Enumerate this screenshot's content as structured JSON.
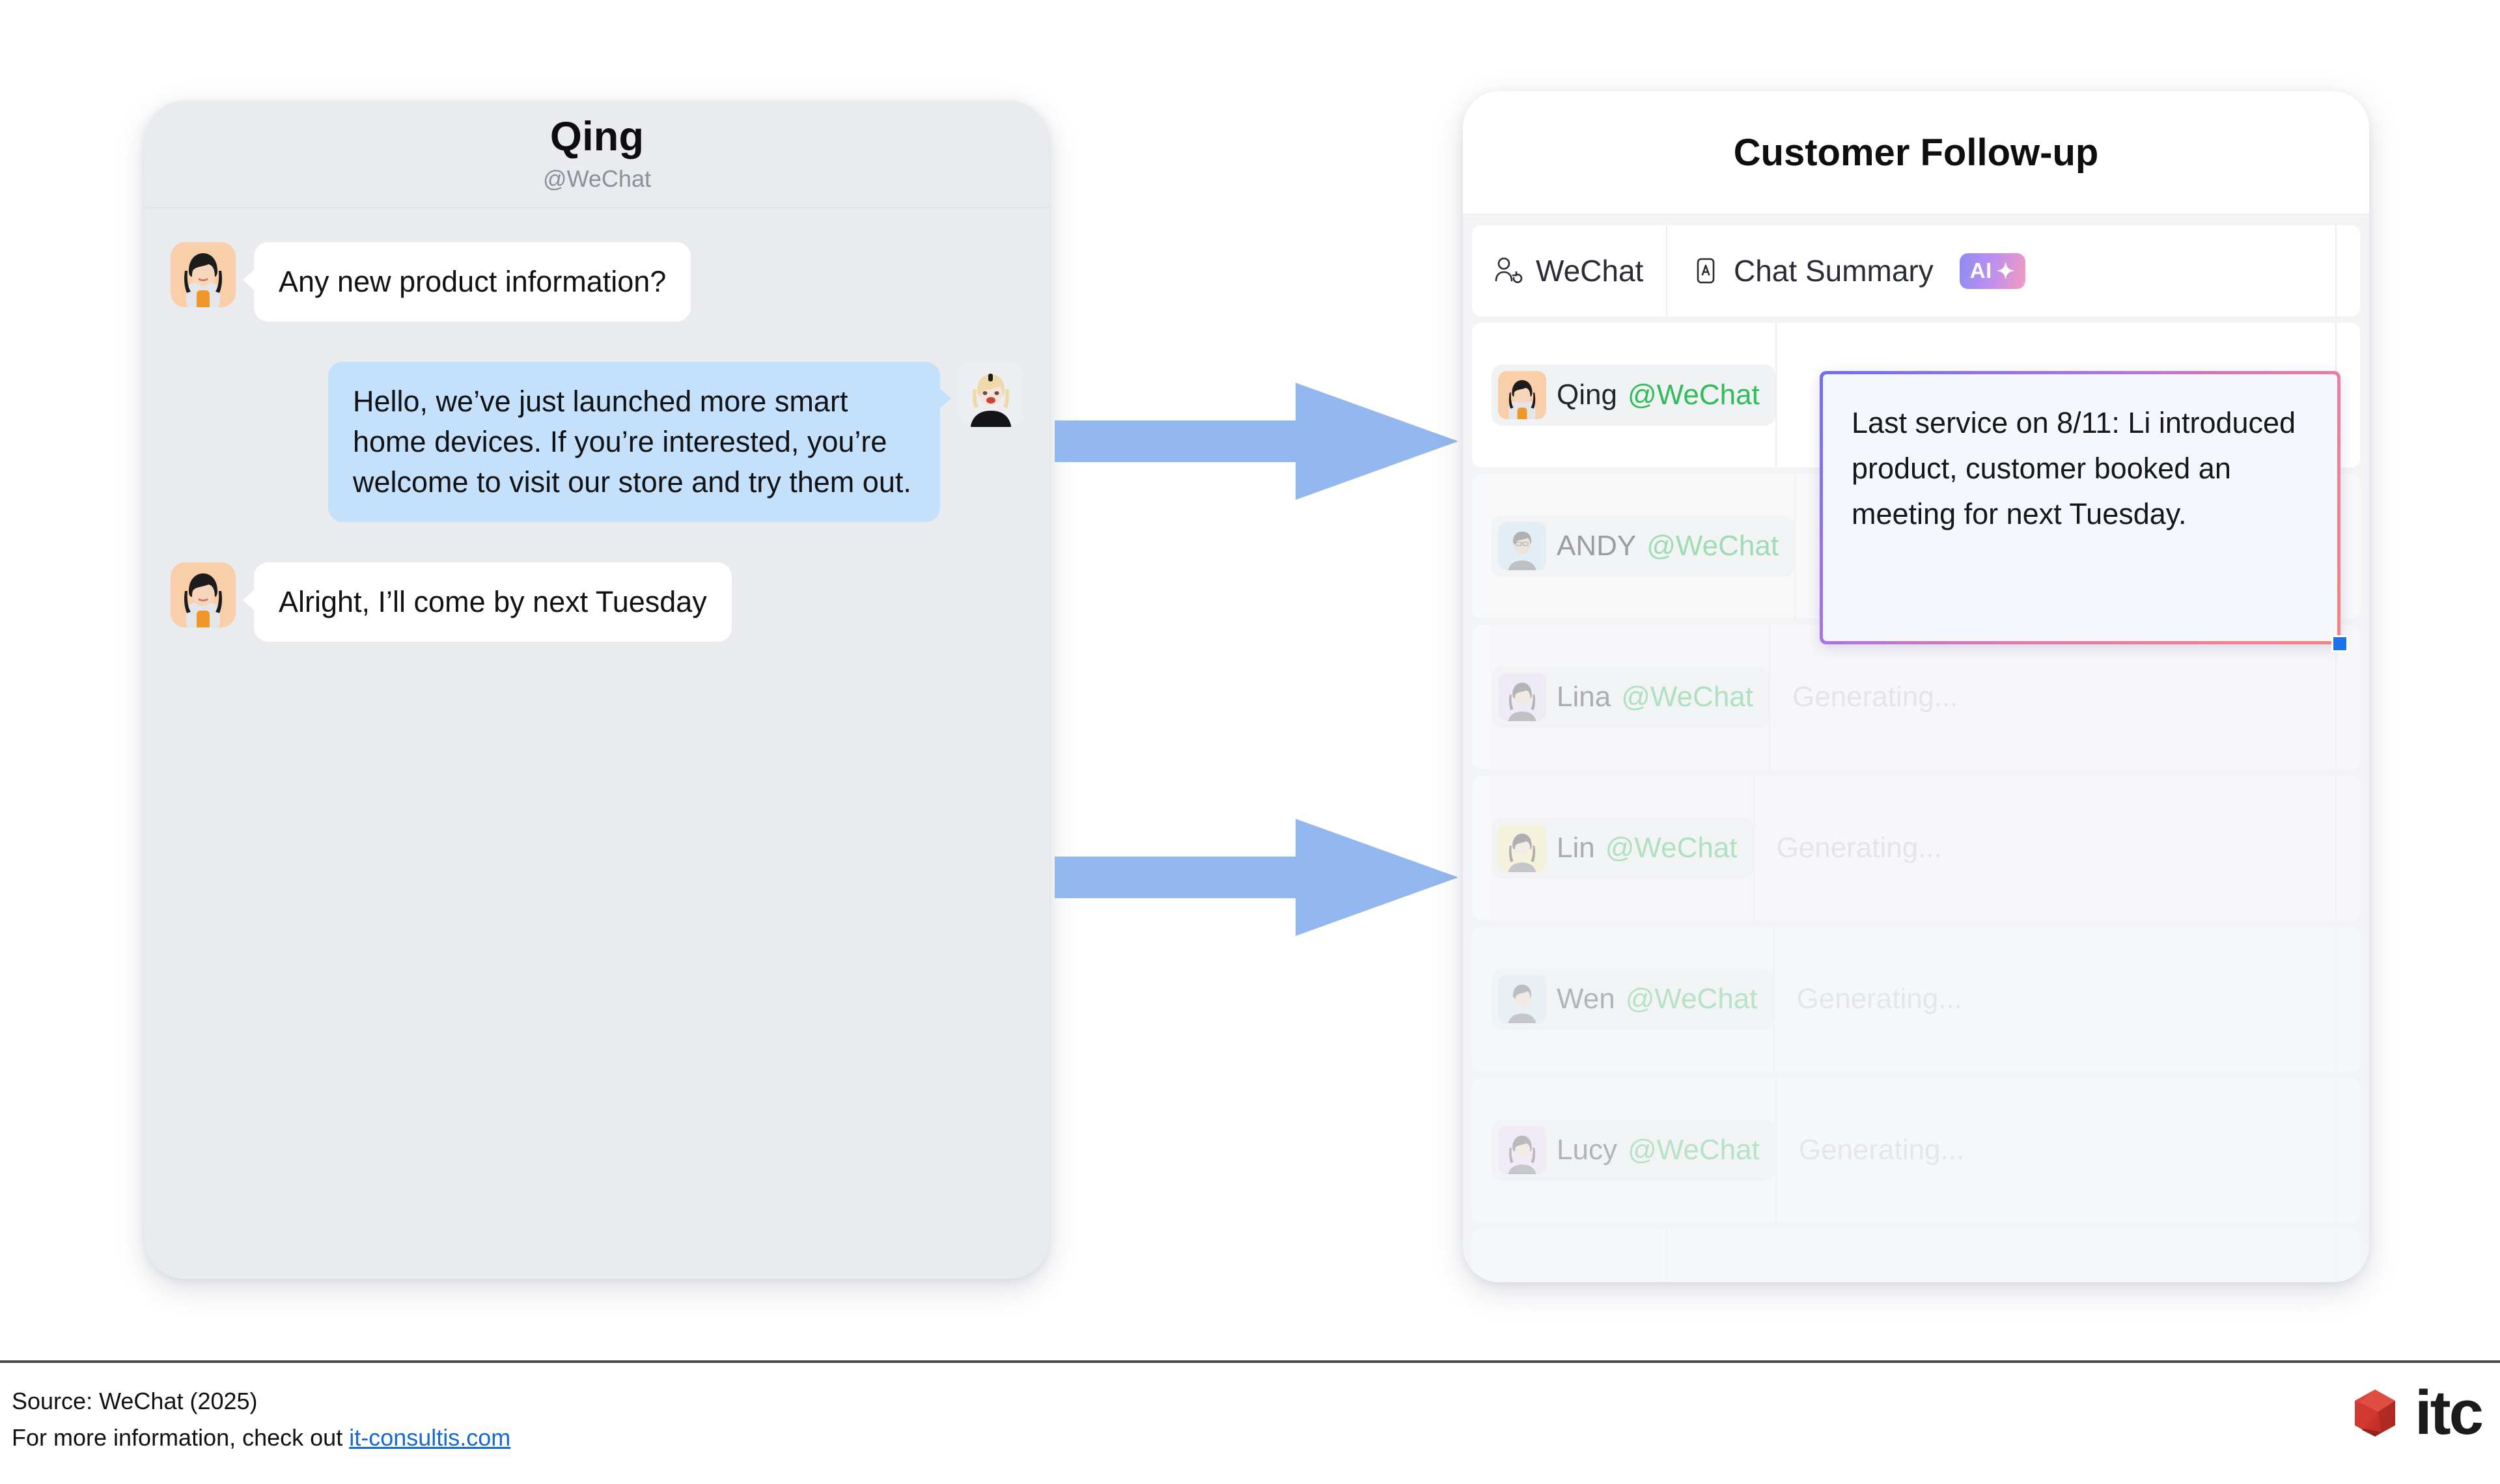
{
  "chat": {
    "title": "Qing",
    "subtitle": "@WeChat",
    "messages": [
      {
        "side": "in",
        "avatar": "avatar-qing",
        "text": "Any new product information?"
      },
      {
        "side": "out",
        "avatar": "avatar-agent",
        "text": "Hello, we’ve just launched more smart home devices. If you’re interested, you’re welcome to visit our store and try them out."
      },
      {
        "side": "in",
        "avatar": "avatar-qing",
        "text": "Alright, I’ll come by next Tuesday"
      }
    ]
  },
  "crm": {
    "title": "Customer Follow-up",
    "columns": {
      "wechat": {
        "label": "WeChat",
        "icon": "person-sync-icon"
      },
      "summary": {
        "label": "Chat Summary",
        "icon": "text-box-icon",
        "badge": "AI",
        "badge_sparkle": "✦"
      }
    },
    "rows": [
      {
        "name": "Qing",
        "handle": "@WeChat",
        "summary": "",
        "avatar_bg": "#f8cfa8",
        "state": "active"
      },
      {
        "name": "ANDY",
        "handle": "@WeChat",
        "summary": "",
        "avatar_bg": "#cfe4f8",
        "state": "dim"
      },
      {
        "name": "Lina",
        "handle": "@WeChat",
        "summary": "Generating...",
        "avatar_bg": "#e8daf6",
        "state": "dim"
      },
      {
        "name": "Lin",
        "handle": "@WeChat",
        "summary": "Generating...",
        "avatar_bg": "#f8eeb0",
        "state": "dim"
      },
      {
        "name": "Wen",
        "handle": "@WeChat",
        "summary": "Generating...",
        "avatar_bg": "#cfe7f8",
        "state": "dim"
      },
      {
        "name": "Lucy",
        "handle": "@WeChat",
        "summary": "Generating...",
        "avatar_bg": "#ead9f6",
        "state": "dim"
      }
    ]
  },
  "summary_card": {
    "text": "Last service on 8/11: Li introduced product, customer booked an meeting for next Tuesday."
  },
  "arrows": {
    "count": 2,
    "direction": "right"
  },
  "footer": {
    "source": "Source: WeChat (2025)",
    "more_prefix": "For more information, check out ",
    "link": "it-consultis.com"
  },
  "logo": {
    "word": "itc"
  },
  "colors": {
    "wechat_green": "#2ebd59",
    "bubble_out": "#c4e0fb",
    "arrow_blue": "#93b8ef",
    "link_blue": "#1569d6",
    "ai_gradient_from": "#8f8cf0",
    "ai_gradient_to": "#f29bc0",
    "panel_gray": "#e9ebef",
    "logo_red": "#d2352c"
  }
}
